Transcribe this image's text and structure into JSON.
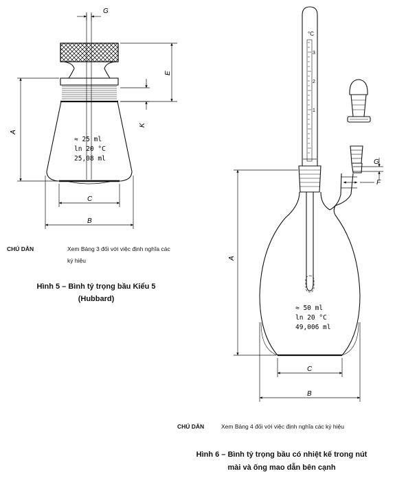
{
  "figure5": {
    "labels": {
      "G": "G",
      "E": "E",
      "A": "A",
      "K": "K",
      "C": "C",
      "B": "B"
    },
    "marking": [
      "≈ 25 ml",
      "ln 20 °C",
      "25,08 ml"
    ],
    "key_label": "CHÚ DẪN",
    "key_text_1": "Xem Bảng 3 đối với việc định nghĩa các",
    "key_text_2": "ký hiệu",
    "title_1": "Hình 5 – Bình tỷ trọng bầu Kiểu 5",
    "title_2": "(Hubbard)"
  },
  "figure6": {
    "labels": {
      "A": "A",
      "G": "G",
      "F": "F",
      "C": "C",
      "B": "B"
    },
    "thermometer_unit": "°C",
    "thermometer_scale": [
      "3",
      "2",
      "1"
    ],
    "marking": [
      "≈ 50 ml",
      "ln 20 °C",
      "49,006 ml"
    ],
    "key_label": "CHÚ DẪN",
    "key_text": "Xem Bảng 4 đối với việc định nghĩa các ký hiệu",
    "title_1": "Hình 6 – Bình tỷ trọng bầu có nhiệt kế trong nút",
    "title_2": "mài và ống mao dẫn bên cạnh"
  }
}
